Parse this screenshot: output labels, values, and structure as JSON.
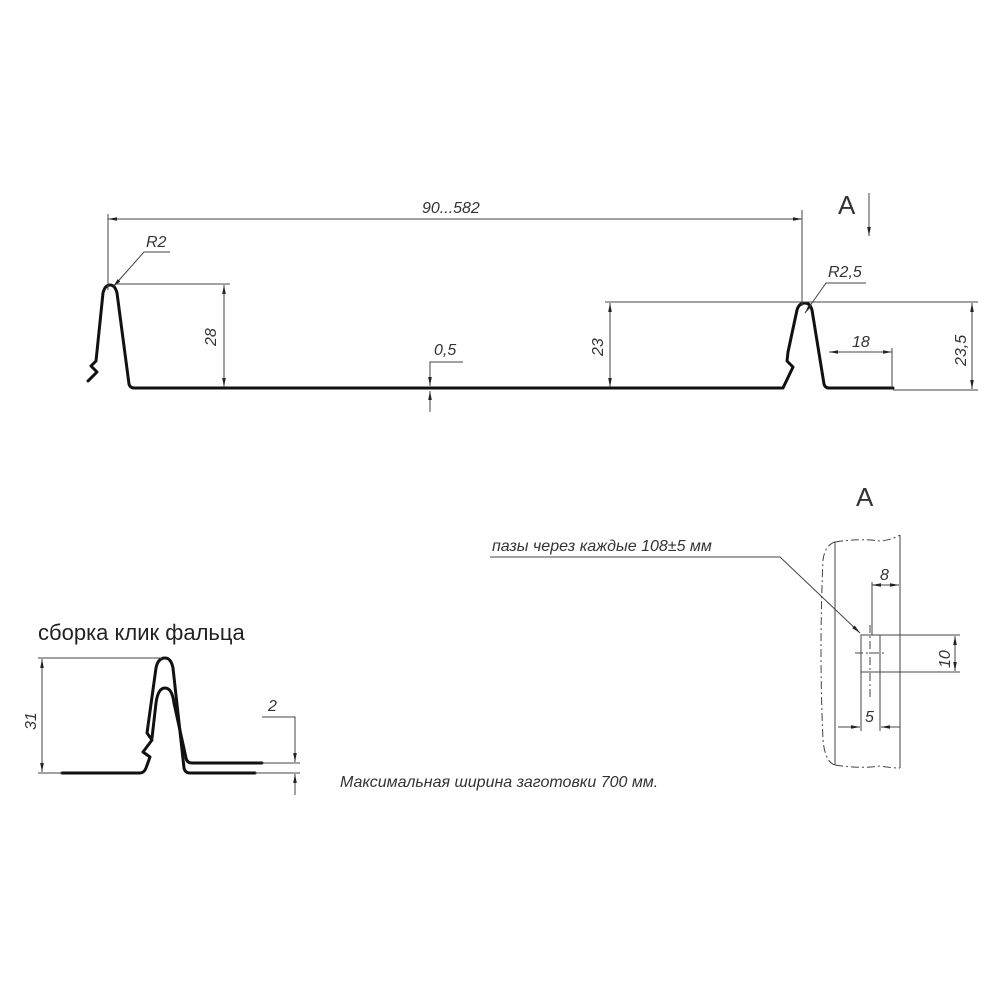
{
  "main_profile": {
    "width_dim": "90...582",
    "radius_left": "R2",
    "radius_right": "R2,5",
    "height_left": "28",
    "thickness": "0,5",
    "height_mid": "23",
    "flange_width": "18",
    "height_right": "23,5",
    "view_marker": "A"
  },
  "view_a": {
    "label": "A",
    "slot_note": "пазы через каждые 108±5 мм",
    "dim_offset": "8",
    "dim_slot_height": "10",
    "dim_slot_width": "5"
  },
  "assembly": {
    "title": "сборка клик фальца",
    "height": "31",
    "gap": "2"
  },
  "note": "Максимальная ширина заготовки 700 мм."
}
